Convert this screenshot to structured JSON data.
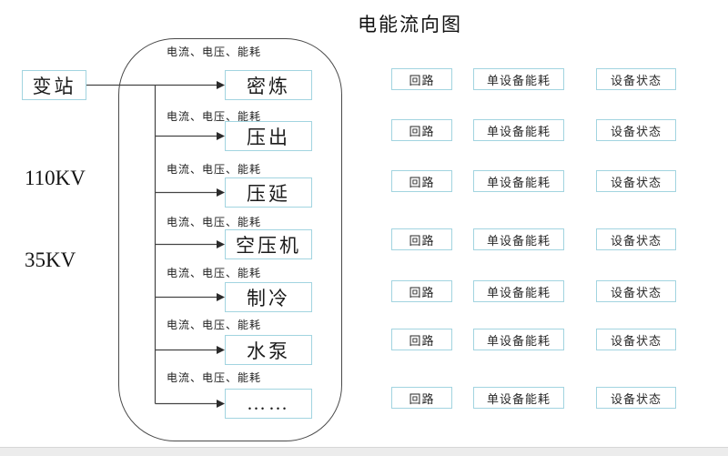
{
  "title": "电能流向图",
  "source": {
    "label": "变站",
    "voltages": [
      "110KV",
      "35KV"
    ]
  },
  "flow": {
    "meter_label": "电流、电压、能耗",
    "items": [
      {
        "label": "密炼"
      },
      {
        "label": "压出"
      },
      {
        "label": "压延"
      },
      {
        "label": "空压机"
      },
      {
        "label": "制冷"
      },
      {
        "label": "水泵"
      },
      {
        "label": "……"
      }
    ]
  },
  "right_panel": {
    "columns": [
      {
        "label": "回路"
      },
      {
        "label": "单设备能耗"
      },
      {
        "label": "设备状态"
      }
    ]
  },
  "colors": {
    "box_border": "#a2d4e0",
    "connector_line": "#444444",
    "frame_border": "#4a4a4a",
    "scrollbar_track": "#ececec"
  }
}
